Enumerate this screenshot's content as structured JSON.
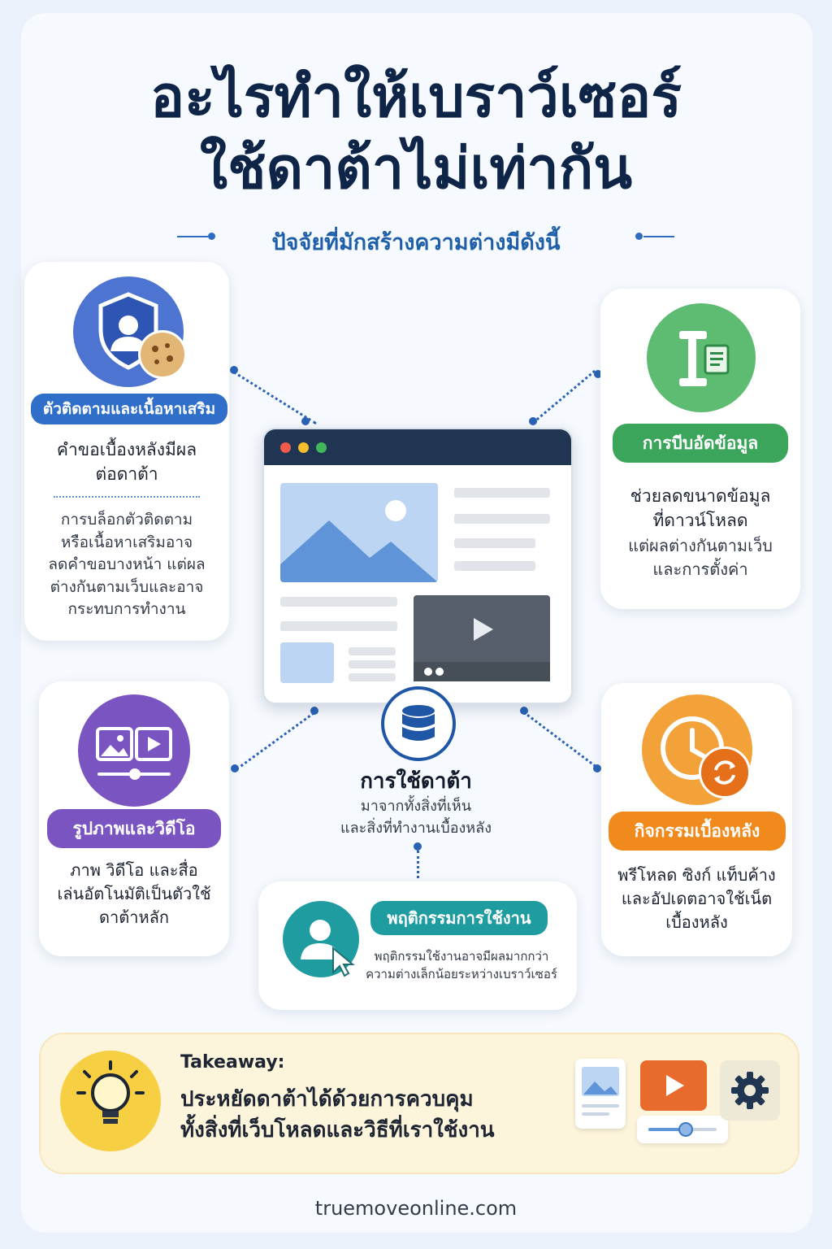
{
  "title_line1": "อะไรทำให้เบราว์เซอร์",
  "title_line2": "ใช้ดาต้าไม่เท่ากัน",
  "subtitle": "ปัจจัยที่มักสร้างความต่างมีดังนี้",
  "cards": {
    "trackers": {
      "label": "ตัวติดตามและเนื้อหาเสริม",
      "heading": "คำขอเบื้องหลังมีผล\nต่อดาต้า",
      "body": "การบล็อกตัวติดตาม\nหรือเนื้อหาเสริมอาจ\nลดคำขอบางหน้า แต่ผล\nต่างกันตามเว็บและอาจ\nกระทบการทำงาน"
    },
    "compression": {
      "label": "การบีบอัดข้อมูล",
      "heading": "ช่วยลดขนาดข้อมูล\nที่ดาวน์โหลด",
      "body": "แต่ผลต่างกันตามเว็บ\nและการตั้งค่า"
    },
    "media": {
      "label": "รูปภาพและวิดีโอ",
      "body": "ภาพ วิดีโอ และสื่อ\nเล่นอัตโนมัติเป็นตัวใช้\nดาต้าหลัก"
    },
    "background": {
      "label": "กิจกรรมเบื้องหลัง",
      "body": "พรีโหลด ซิงก์ แท็บค้าง\nและอัปเดตอาจใช้เน็ต\nเบื้องหลัง"
    },
    "behavior": {
      "label": "พฤติกรรมการใช้งาน",
      "body": "พฤติกรรมใช้งานอาจมีผลมากกว่า\nความต่างเล็กน้อยระหว่างเบราว์เซอร์"
    }
  },
  "center": {
    "title": "การใช้ดาต้า",
    "body": "มาจากทั้งสิ่งที่เห็น\nและสิ่งที่ทำงานเบื้องหลัง"
  },
  "takeaway": {
    "label": "Takeaway:",
    "text": "ประหยัดดาต้าได้ด้วยการควบคุม\nทั้งสิ่งที่เว็บโหลดและวิธีที่เราใช้งาน"
  },
  "footer": "truemoveonline.com",
  "colors": {
    "navy": "#0f2548",
    "blue": "#2f6fc9",
    "green": "#3aa55b",
    "purple": "#7a55c2",
    "orange": "#f08a1c",
    "teal": "#1f9ca0",
    "takeaway_bg": "#fdf4dc"
  },
  "icons": [
    "shield-user-icon",
    "cookie-icon",
    "compress-icon",
    "document-icon",
    "image-icon",
    "video-icon",
    "clock-icon",
    "refresh-icon",
    "database-icon",
    "user-cursor-icon",
    "lightbulb-icon",
    "gear-icon",
    "play-icon"
  ]
}
